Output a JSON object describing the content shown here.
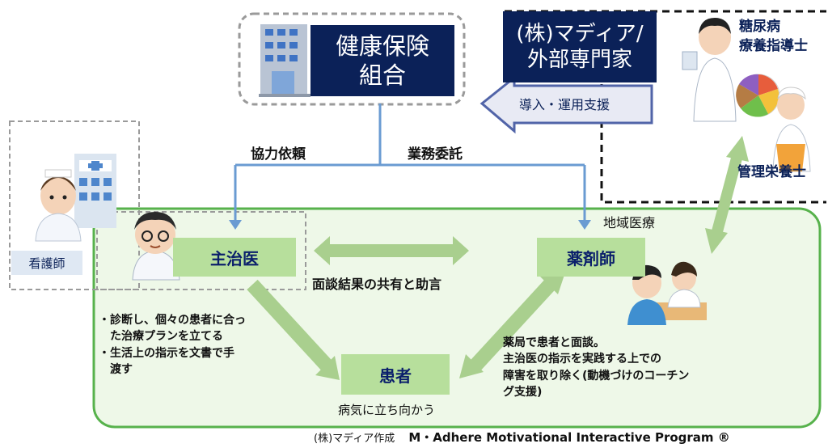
{
  "insurer": {
    "label_line1": "健康保険",
    "label_line2": "組合"
  },
  "external": {
    "label_line1": "(株)マディア/",
    "label_line2": "外部専門家",
    "support": "導入・運用支援"
  },
  "specialists": {
    "diabetes_line1": "糖尿病",
    "diabetes_line2": "療養指導士",
    "dietitian": "管理栄養士"
  },
  "flows": {
    "cooperation": "協力依頼",
    "outsourcing": "業務委託",
    "sharing": "面談結果の共有と助言"
  },
  "region_label": "地域医療",
  "nurse_label": "看護師",
  "doctor": {
    "label": "主治医"
  },
  "pharmacist": {
    "label": "薬剤師"
  },
  "patient": {
    "label": "患者",
    "caption": "病気に立ち向かう"
  },
  "doctor_notes": {
    "line1": "・診断し、個々の患者に合っ",
    "line2": "　た治療プランを立てる",
    "line3": "・生活上の指示を文書で手",
    "line4": "　渡す"
  },
  "pharmacist_notes": {
    "line1": "薬局で患者と面談。",
    "line2": "主治医の指示を実践する上での",
    "line3": "障害を取り除く(動機づけのコーチン",
    "line4": "グ支援)"
  },
  "footer": {
    "maker": "(株)マディア作成",
    "program": "M・Adhere Motivational Interactive Program ®"
  },
  "colors": {
    "navy": "#0b2158",
    "green_box": "#b7df9c",
    "arrow_green": "#a9cf8e",
    "region_border": "#57b24c",
    "line_blue": "#6a9bd2"
  }
}
